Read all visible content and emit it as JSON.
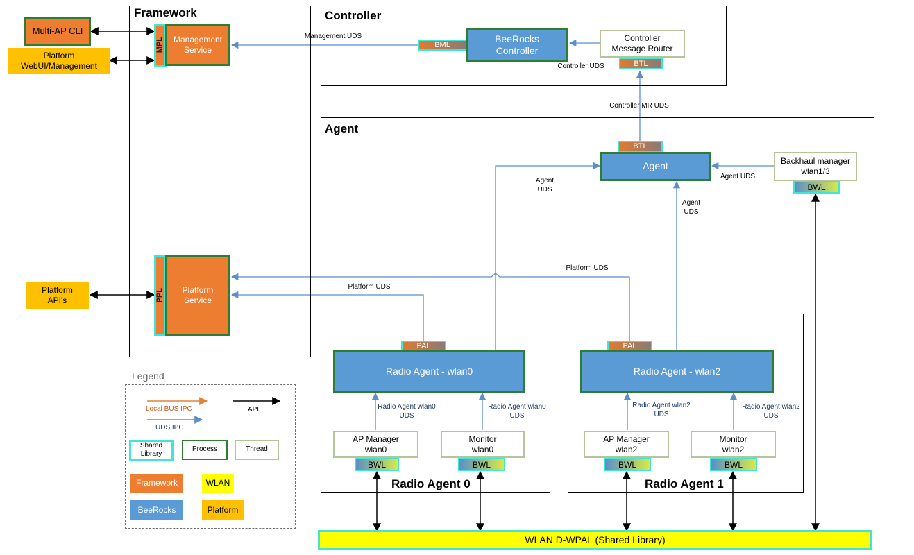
{
  "groups": {
    "framework": "Framework",
    "controller": "Controller",
    "agent": "Agent",
    "radio_agent_0": "Radio Agent 0",
    "radio_agent_1": "Radio Agent 1"
  },
  "nodes": {
    "multi_ap_cli": "Multi-AP CLI",
    "platform_webui": "Platform\nWebUI/Management",
    "management_service": "Management\nService",
    "mpl": "MPL",
    "bml": "BML",
    "beerocks_controller": "BeeRocks\nController",
    "controller_message_router": "Controller\nMessage Router",
    "btl_controller": "BTL",
    "btl_agent": "BTL",
    "agent": "Agent",
    "backhaul_manager": "Backhaul manager\nwlan1/3",
    "bwl_backhaul": "BWL",
    "platform_apis": "Platform\nAPI's",
    "ppl": "PPL",
    "platform_service": "Platform\nService",
    "pal_0": "PAL",
    "radio_agent_wlan0": "Radio Agent - wlan0",
    "ap_manager_wlan0": "AP Manager\nwlan0",
    "monitor_wlan0": "Monitor\nwlan0",
    "bwl_ap0": "BWL",
    "bwl_mon0": "BWL",
    "pal_1": "PAL",
    "radio_agent_wlan2": "Radio Agent - wlan2",
    "ap_manager_wlan2": "AP Manager\nwlan2",
    "monitor_wlan2": "Monitor\nwlan2",
    "bwl_ap2": "BWL",
    "bwl_mon2": "BWL",
    "wlan_dwpal": "WLAN D-WPAL (Shared Library)"
  },
  "edge_labels": {
    "management_uds": "Management UDS",
    "controller_uds": "Controller UDS",
    "controller_mr_uds": "Controller MR UDS",
    "agent_uds_left": "Agent\nUDS",
    "agent_uds_right": "Agent UDS",
    "agent_uds_vertical": "Agent\nUDS",
    "platform_uds_upper": "Platform UDS",
    "platform_uds_lower": "Platform UDS",
    "radio_agent_wlan0_uds_a": "Radio Agent wlan0\nUDS",
    "radio_agent_wlan0_uds_b": "Radio Agent wlan0\nUDS",
    "radio_agent_wlan2_uds_a": "Radio Agent wlan2\nUDS",
    "radio_agent_wlan2_uds_b": "Radio Agent wlan2\nUDS"
  },
  "legend": {
    "title": "Legend",
    "local_bus_ipc": "Local BUS IPC",
    "api": "API",
    "uds_ipc": "UDS IPC",
    "shared_library": "Shared\nLibrary",
    "process": "Process",
    "thread": "Thread",
    "framework": "Framework",
    "wlan": "WLAN",
    "beerocks": "BeeRocks",
    "platform": "Platform"
  },
  "colors": {
    "framework": "#ed7d31",
    "beerocks": "#5b9bd5",
    "platform": "#ffc000",
    "wlan": "#ffff00",
    "process_border": "#2e7d32",
    "thread_border": "#b4c59a",
    "shared_library_border": "#3ee6d8",
    "uds_arrow": "#5b8fc8",
    "local_bus_arrow": "#e0823a",
    "api_arrow": "#000000"
  }
}
